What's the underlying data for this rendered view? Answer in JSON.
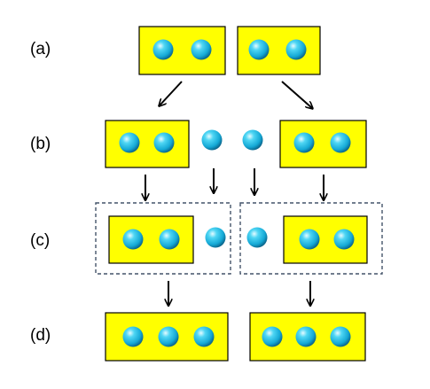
{
  "row_labels": [
    "(a)",
    "(b)",
    "(c)",
    "(d)"
  ],
  "colors": {
    "box_fill": "#ffff00",
    "box_stroke": "#000000",
    "dashed_group_stroke": "#44546a",
    "arrow": "#000000",
    "sphere_highlight": "#e6fbff",
    "sphere_light": "#4fd6f4",
    "sphere_mid": "#15a9d6",
    "sphere_dark": "#0a5f85"
  },
  "icons": {
    "box": "rectangle",
    "particle": "sphere",
    "arrow": "arrow-down"
  },
  "rows": {
    "a": {
      "boxes": [
        2,
        2
      ]
    },
    "b": {
      "boxes": [
        2,
        2
      ],
      "free_particles": 2
    },
    "c": {
      "groups": [
        {
          "boxes": [
            2
          ],
          "free_particles": 1
        },
        {
          "boxes": [
            2
          ],
          "free_particles": 1
        }
      ]
    },
    "d": {
      "boxes": [
        3,
        3
      ]
    }
  }
}
